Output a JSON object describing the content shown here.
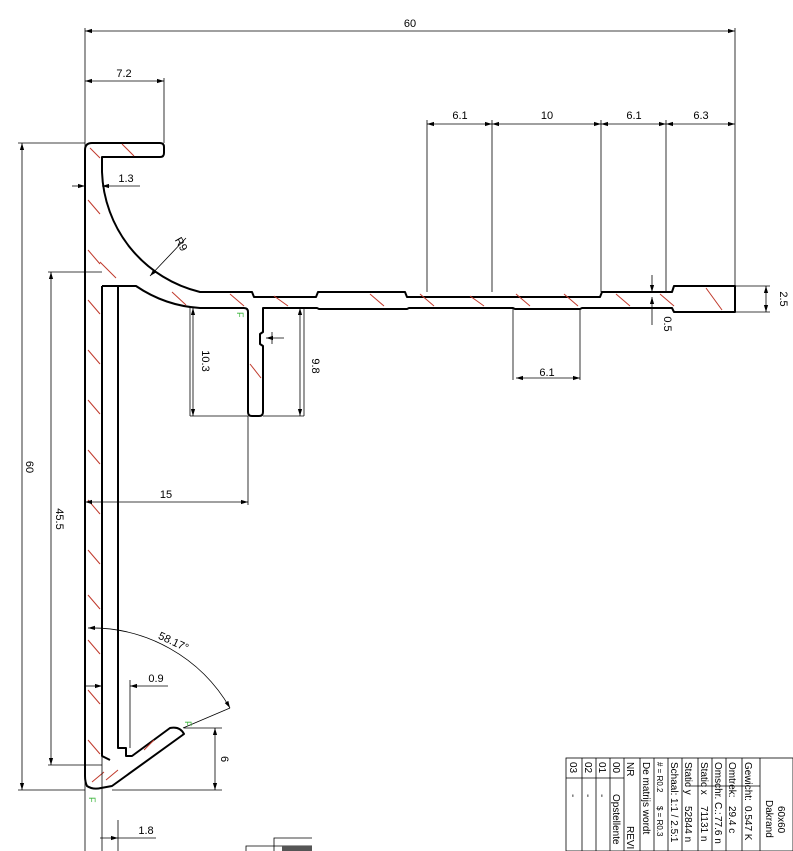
{
  "dimensions": {
    "overall_width": "60",
    "lip_width": "7.2",
    "wall_thickness": "1.3",
    "radius": "R9",
    "notch_spacing_1": "6.1",
    "notch_spacing_2": "10",
    "notch_spacing_3": "6.1",
    "end_length": "6.3",
    "plate_thickness": "2.5",
    "groove_depth": "0.5",
    "bottom_notch_width": "6.1",
    "leg_height_left": "10.3",
    "leg_height_right": "9.8",
    "leg_offset": "15",
    "overall_height": "60",
    "inner_height": "45.5",
    "angle": "58.17°",
    "gap": "0.9",
    "clip_height": "6",
    "foot_width": "1.8"
  },
  "markers": {
    "f_top": "F",
    "f_clip": "F",
    "f_bottom": "F"
  },
  "title_block": {
    "column_1": [
      "60x60",
      "Dakrand"
    ],
    "column_2": [
      "Gewicht:",
      "0.547 K"
    ],
    "column_3": [
      "Omtrek:",
      "29.4 c"
    ],
    "column_4": [
      "Omschr. C.:",
      "77.6 n"
    ],
    "column_5": [
      "Static x",
      "71131 n"
    ],
    "column_6": [
      "Static y",
      "52844 n"
    ],
    "column_7": [
      "Schaal:",
      "1:1 / 2.5:1"
    ],
    "column_8": [
      "# = R0.2",
      "$ = R0.3"
    ],
    "column_9": [
      "De matrijs wordt"
    ],
    "header_nr": "NR",
    "header_revi": "REVI",
    "revisions": [
      {
        "nr": "00",
        "text": "Opstellente"
      },
      {
        "nr": "01",
        "text": "-"
      },
      {
        "nr": "02",
        "text": "-"
      },
      {
        "nr": "03",
        "text": "-"
      }
    ]
  }
}
